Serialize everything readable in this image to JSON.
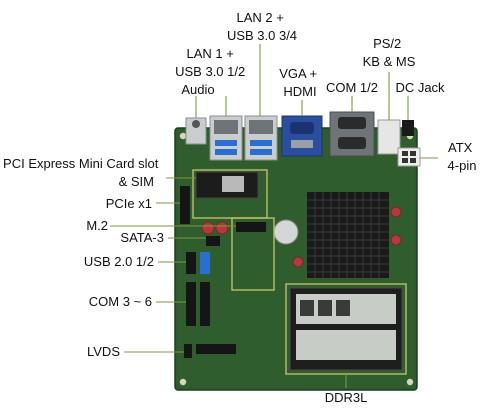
{
  "labels": {
    "lan2_usb34_l1": "LAN 2 +",
    "lan2_usb34_l2": "USB 3.0 3/4",
    "lan1_usb12_audio_l1": "LAN 1 +",
    "lan1_usb12_audio_l2": "USB 3.0 1/2",
    "lan1_usb12_audio_l3": "Audio",
    "vga_hdmi_l1": "VGA +",
    "vga_hdmi_l2": "HDMI",
    "com12": "COM 1/2",
    "ps2_l1": "PS/2",
    "ps2_l2": "KB & MS",
    "dc_jack": "DC Jack",
    "atx_l1": "ATX",
    "atx_l2": "4-pin",
    "pcie_mini_l1": "PCI Express Mini Card slot",
    "pcie_mini_l2": "& SIM",
    "pcie_x1": "PCIe x1",
    "m2": "M.2",
    "sata3": "SATA-3",
    "usb20": "USB 2.0 1/2",
    "com36": "COM 3 ~ 6",
    "lvds": "LVDS",
    "ddr3l": "DDR3L"
  },
  "colors": {
    "pcb": "#2e5a2c",
    "pcb_dark": "#1d3d1f",
    "leader": "#7a9a3a",
    "highlight": "#c8c86a",
    "heatsink": "#1a1a1a",
    "vga_blue": "#2b4f9e",
    "usb_blue": "#2a6fd0",
    "port_silver": "#c9cdd0",
    "header_black": "#151515"
  }
}
